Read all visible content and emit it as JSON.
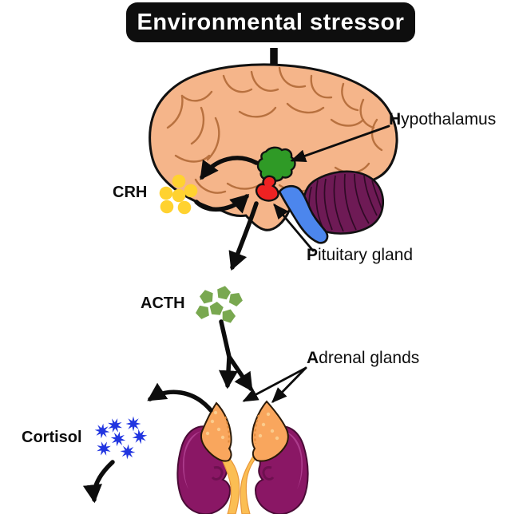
{
  "title": {
    "text": "Environmental stressor",
    "bg": "#0e0e0e",
    "fg": "#ffffff"
  },
  "anatomy_labels": {
    "hypothalamus": {
      "initial": "H",
      "rest": "ypothalamus"
    },
    "pituitary": {
      "initial": "P",
      "rest": "ituitary gland"
    },
    "adrenal": {
      "initial": "A",
      "rest": "drenal glands"
    }
  },
  "molecules": {
    "crh": {
      "label": "CRH",
      "count": 6,
      "shape": "circle",
      "color": "#FFD230"
    },
    "acth": {
      "label": "ACTH",
      "count": 6,
      "shape": "pentagon",
      "color": "#79A850"
    },
    "cortisol": {
      "label": "Cortisol",
      "count": 7,
      "shape": "star",
      "color": "#2135E0"
    }
  },
  "colors": {
    "arrow": "#0d0d0d",
    "brain": "#F5B58A",
    "brain_lines": "#B8713F",
    "cerebellum": "#6E1A55",
    "cerebellum_lines": "#300A26",
    "brainstem": "#4C86ED",
    "hypothalamus": "#2F9A26",
    "pituitary": "#EE2222",
    "kidney": "#8A1765",
    "kidney_highlight": "#AC3C8C",
    "kidney_hilum": "#6E1050",
    "adrenal_gland": "#F9A65D",
    "adrenal_spots": "#FBCC8D",
    "adrenal_crease": "#E08A3C",
    "ureter": "#FBBE53"
  },
  "pathway": [
    {
      "from": "Environmental stressor",
      "to": "Hypothalamus"
    },
    {
      "from": "Hypothalamus",
      "to": "CRH"
    },
    {
      "from": "CRH",
      "to": "Pituitary gland"
    },
    {
      "from": "Pituitary gland",
      "to": "ACTH"
    },
    {
      "from": "ACTH",
      "to": "Adrenal glands"
    },
    {
      "from": "Adrenal glands",
      "to": "Cortisol"
    }
  ]
}
